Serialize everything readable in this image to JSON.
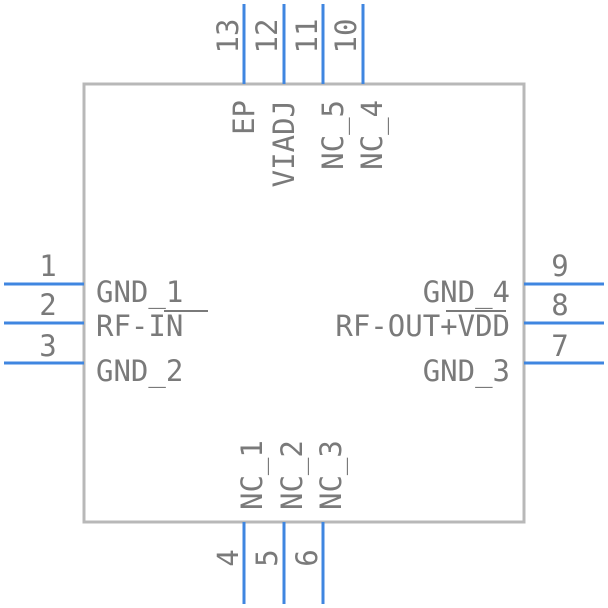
{
  "component": {
    "body_color": "#b8b8b8",
    "pin_color": "#3f86e0",
    "text_color": "#7a7a7a"
  },
  "pins": {
    "left": [
      {
        "number": "1",
        "label": "GND_1"
      },
      {
        "number": "2",
        "label": "RF-IN"
      },
      {
        "number": "3",
        "label": "GND_2"
      }
    ],
    "right": [
      {
        "number": "9",
        "label": "GND_4"
      },
      {
        "number": "8",
        "label": "RF-OUT+VDD"
      },
      {
        "number": "7",
        "label": "GND_3"
      }
    ],
    "top": [
      {
        "number": "13",
        "label": "EP"
      },
      {
        "number": "12",
        "label": "VIADJ"
      },
      {
        "number": "11",
        "label": "NC_5"
      },
      {
        "number": "10",
        "label": "NC_4"
      }
    ],
    "bottom": [
      {
        "number": "4",
        "label": "NC_1"
      },
      {
        "number": "5",
        "label": "NC_2"
      },
      {
        "number": "6",
        "label": "NC_3"
      }
    ]
  }
}
